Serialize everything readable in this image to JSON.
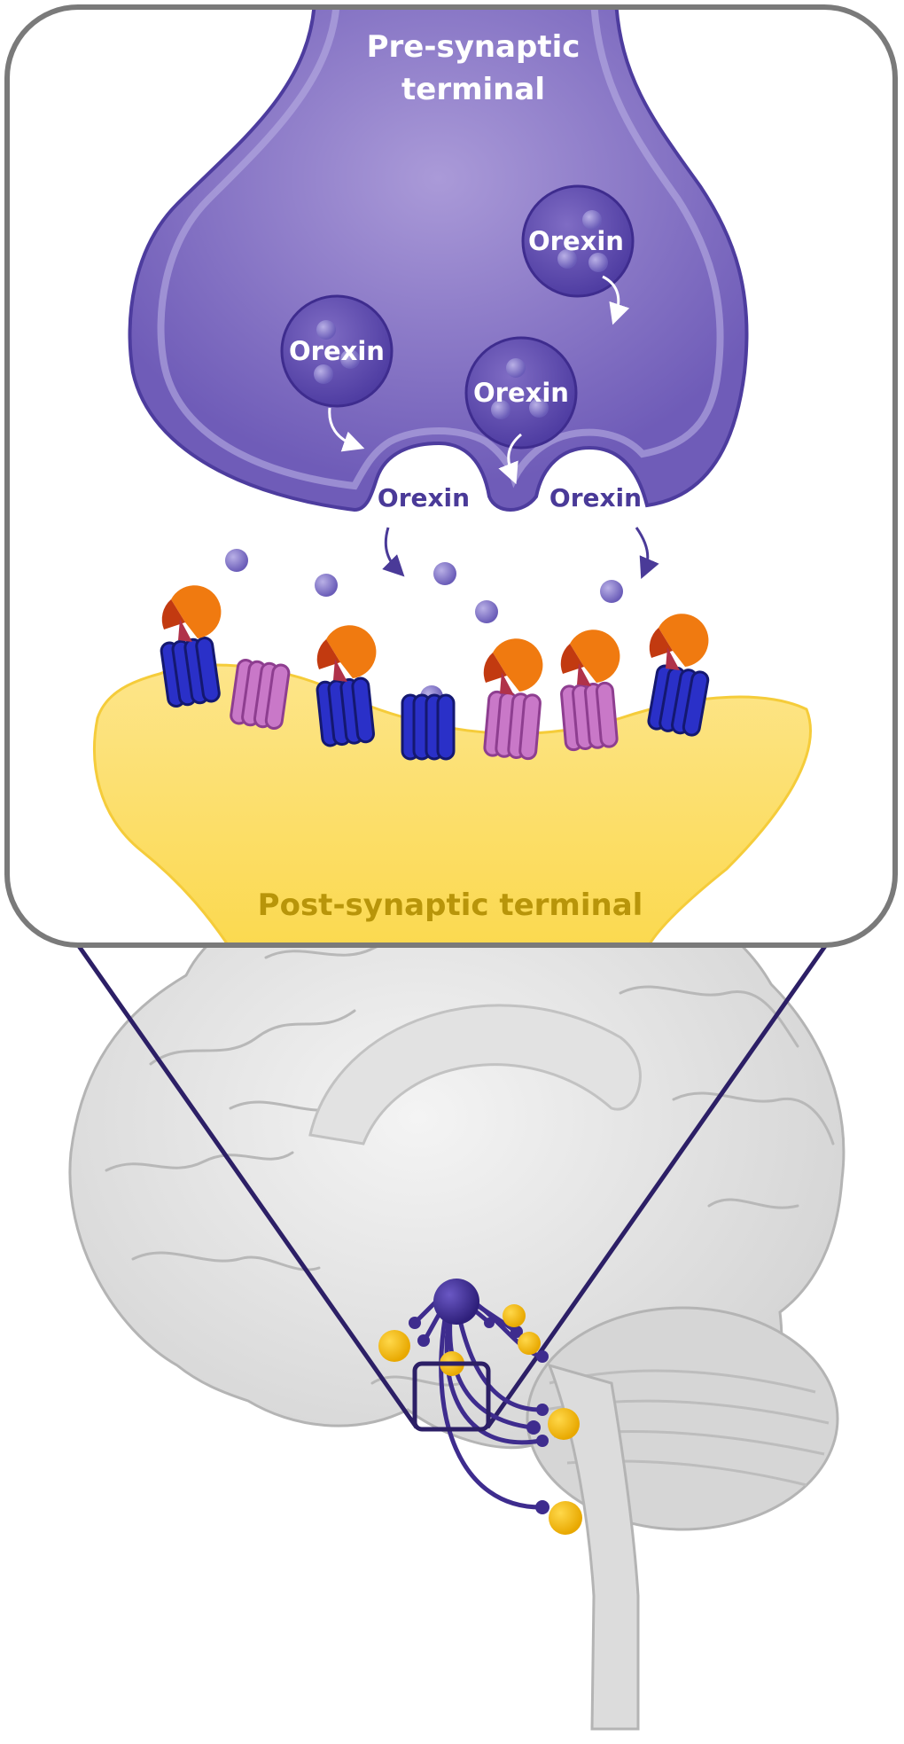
{
  "labels": {
    "presynaptic": [
      "Pre-synaptic",
      "terminal"
    ],
    "postsynaptic": "Post-synaptic terminal",
    "vesicle": "Orexin",
    "released": "Orexin"
  },
  "colors": {
    "presynaptic_fill": "#8a78c8",
    "presynaptic_border": "#5a48a8",
    "postsynaptic_fill": "#fbe17a",
    "post_label": "#b8950a",
    "orexin_text": "#4a3a98",
    "receptor_blue": "#2a30c8",
    "receptor_pink": "#c978c8",
    "ligand_orange": "#f07a10",
    "neuron": "#3e2c8e",
    "target_yellow": "#f5b90a",
    "frame": "#7a7a7a"
  },
  "icons": [
    "orexin-vesicle-icon",
    "receptor-icon",
    "ligand-icon",
    "brain-icon",
    "neuron-icon"
  ]
}
